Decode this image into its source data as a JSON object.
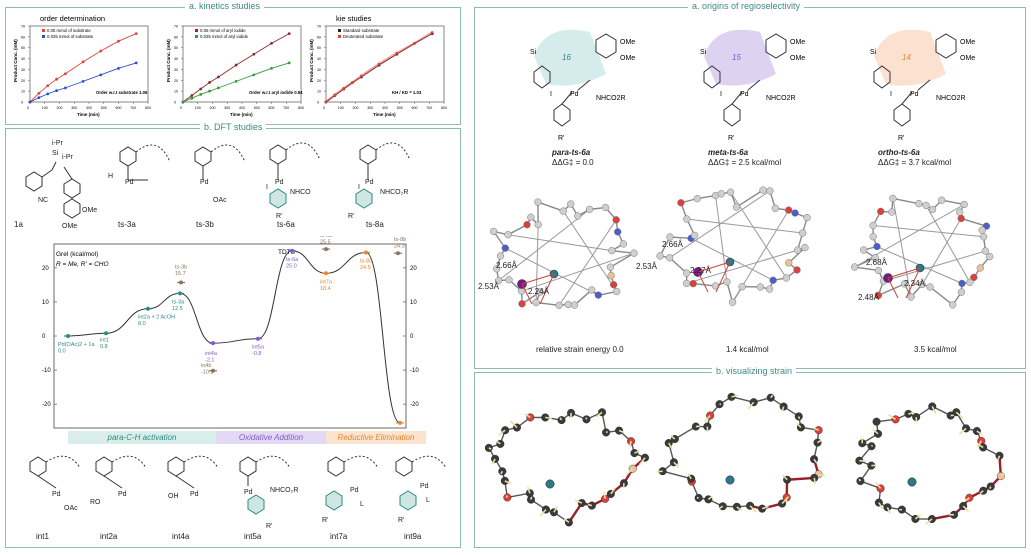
{
  "section_titles": {
    "kinetics": "a. kinetics studies",
    "dft": "b. DFT studies",
    "origins": "a. origins of regioselectivity",
    "visualizing": "b. visualizing strain"
  },
  "kinetics_charts": {
    "chart1": {
      "title": "order determination",
      "legend": [
        "0.05 mmol of substrate",
        "0.025 mmol of substrate"
      ],
      "note": "Order w.r.t substrate 1.06",
      "xlabel": "Time (min)",
      "ylabel": "Product Conc. (mM)"
    },
    "chart2": {
      "legend": [
        "0.05 mmol of aryl iodide",
        "0.025 mmol of aryl iodide"
      ],
      "note": "Order w.r.t aryl iodide 0.94",
      "xlabel": "Time (min)",
      "ylabel": "Product Conc. (mM)"
    },
    "chart3": {
      "title": "kie studies",
      "legend": [
        "Standard substrate",
        "Deuterated substrate"
      ],
      "note": "KH / KD = 1.03",
      "xlabel": "Time (min)",
      "ylabel": "Product Conc. (mM)"
    }
  },
  "chart_data": [
    {
      "type": "scatter",
      "title": "order determination",
      "xlabel": "Time (min)",
      "ylabel": "Product Conc. (mM)",
      "xlim": [
        0,
        800
      ],
      "ylim": [
        0,
        70
      ],
      "x": [
        0,
        60,
        120,
        180,
        240,
        360,
        480,
        600,
        720
      ],
      "series": [
        {
          "name": "0.05 mmol of substrate",
          "color": "#e0453c",
          "values": [
            0,
            8,
            15,
            21,
            26,
            37,
            47,
            56,
            63
          ]
        },
        {
          "name": "0.025 mmol of substrate",
          "color": "#2f4fc9",
          "values": [
            0,
            4,
            7.5,
            10.5,
            13,
            19,
            25,
            31,
            36
          ]
        }
      ]
    },
    {
      "type": "scatter",
      "xlabel": "Time (min)",
      "ylabel": "Product Conc. (mM)",
      "xlim": [
        0,
        800
      ],
      "ylim": [
        0,
        70
      ],
      "x": [
        0,
        60,
        120,
        180,
        240,
        360,
        480,
        600,
        720
      ],
      "series": [
        {
          "name": "0.05 mmol of aryl iodide",
          "color": "#8a2e2e",
          "values": [
            0,
            6,
            12,
            18,
            23,
            34,
            44,
            54,
            63
          ]
        },
        {
          "name": "0.025 mmol of aryl iodide",
          "color": "#3a9a3a",
          "values": [
            0,
            3.5,
            7,
            10,
            13,
            19,
            25,
            31,
            36
          ]
        }
      ]
    },
    {
      "type": "scatter",
      "title": "kie studies",
      "xlabel": "Time (min)",
      "ylabel": "Product Conc. (mM)",
      "xlim": [
        0,
        800
      ],
      "ylim": [
        0,
        70
      ],
      "x": [
        0,
        60,
        120,
        180,
        240,
        360,
        480,
        600,
        720
      ],
      "series": [
        {
          "name": "Standard substrate",
          "color": "#222222",
          "values": [
            0,
            6,
            12,
            18,
            23,
            34,
            44,
            54,
            63
          ]
        },
        {
          "name": "Deuterated substrate",
          "color": "#e0453c",
          "values": [
            0,
            6.5,
            12.5,
            18,
            24,
            35,
            45,
            54,
            64
          ]
        }
      ]
    }
  ],
  "dft": {
    "energy_label": "Grel (kcal/mol)",
    "conditions": "R = Me, R' = CHO",
    "tdts": "TDTS",
    "yticks": [
      "20",
      "10",
      "0",
      "-10",
      "-20"
    ],
    "points": [
      {
        "name": "Pd(OAc)2 + 1a",
        "value": "0.0",
        "color": "#2e8a80"
      },
      {
        "name": "int1",
        "value": "0.8",
        "color": "#2e8a80"
      },
      {
        "name": "int2a + 2 AcOH",
        "value": "8.0",
        "color": "#2e8a80"
      },
      {
        "name": "ts-3a",
        "value": "12.5",
        "color": "#2e8a80"
      },
      {
        "name": "ts-3b",
        "value": "15.7",
        "color": "#8a7560"
      },
      {
        "name": "int4a",
        "value": "-2.1",
        "color": "#7e5cc8"
      },
      {
        "name": "in4b",
        "value": "-10.2",
        "color": "#8a7560"
      },
      {
        "name": "int5a",
        "value": "-0.8",
        "color": "#7e5cc8"
      },
      {
        "name": "ts-6a",
        "value": "25.0",
        "color": "#7e5cc8"
      },
      {
        "name": "ts-6b",
        "value": "25.5",
        "color": "#8a7560"
      },
      {
        "name": "int7a",
        "value": "18.4",
        "color": "#e8862e"
      },
      {
        "name": "ts-8a",
        "value": "24.5",
        "color": "#e8862e"
      },
      {
        "name": "ts-8b",
        "value": "24.3",
        "color": "#8a7560"
      },
      {
        "name": "int9a",
        "value": "-25.5",
        "color": "#e8862e"
      }
    ],
    "bands": [
      "para-C-H activation",
      "Oxidative Addition",
      "Reductive Elimination"
    ],
    "top_structures": [
      "1a",
      "ts-3a",
      "ts-3b",
      "ts-6a",
      "ts-8a"
    ],
    "bottom_structures": [
      "int1",
      "int2a",
      "int4a",
      "int5a",
      "int7a",
      "int9a"
    ]
  },
  "regio": {
    "structures": [
      {
        "name": "para-ts-6a",
        "dg": "ΔΔG‡ = 0.0",
        "ring": "16",
        "strain": "relative strain energy 0.0",
        "bonds": [
          "2.66Å",
          "2.53Å",
          "2.24Å"
        ]
      },
      {
        "name": "meta-ts-6a",
        "dg": "ΔΔG‡ = 2.5 kcal/mol",
        "ring": "15",
        "strain": "1.4 kcal/mol",
        "bonds": [
          "2.66Å",
          "2.53Å",
          "2.27Å"
        ]
      },
      {
        "name": "ortho-ts-6a",
        "dg": "ΔΔG‡ = 3.7 kcal/mol",
        "ring": "14",
        "strain": "3.5 kcal/mol",
        "bonds": [
          "2.68Å",
          "2.48Å",
          "2.34Å"
        ]
      }
    ],
    "fragments": {
      "ome": "OMe",
      "nhco2r": "NHCO2R",
      "pd": "Pd",
      "si": "Si",
      "rprime": "R'",
      "i": "I"
    }
  },
  "colors": {
    "teal": "#2e8a80",
    "purple": "#7e5cc8",
    "orange": "#e8862e",
    "border": "#8fb9b2"
  }
}
